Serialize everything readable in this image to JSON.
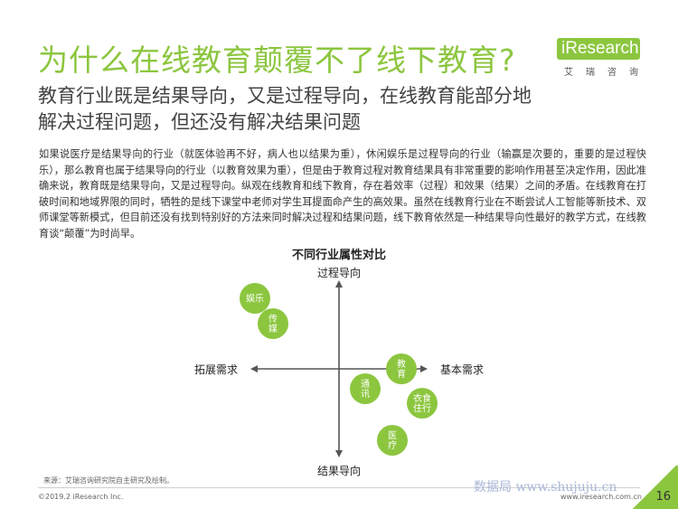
{
  "header": {
    "title": "为什么在线教育颠覆不了线下教育?",
    "subtitle_lines": [
      "教育行业既是结果导向，又是过程导向，在线教育能部分地",
      "解决过程问题，但还没有解决结果问题"
    ]
  },
  "logo": {
    "name": "iResearch",
    "sub": "艾瑞咨询"
  },
  "body_text": "如果说医疗是结果导向的行业（就医体验再不好，病人也以结果为重），休闲娱乐是过程导向的行业（输赢是次要的，重要的是过程快乐），那么教育也属于结果导向的行业（以教育效果为重），但是由于教育过程对教育结果具有非常重要的影响作用甚至决定作用，因此准确来说，教育既是结果导向，又是过程导向。纵观在线教育和线下教育，存在着效率（过程）和效果（结果）之间的矛盾。在线教育在打破时间和地域界限的同时，牺牲的是线下课堂中老师对学生耳提面命产生的高效果。虽然在线教育行业在不断尝试人工智能等新技术、双师课堂等新模式，但目前还没有找到特别好的方法来同时解决过程和结果问题，线下教育依然是一种结果导向性最好的教学方式，在线教育谈“颠覆”为时尚早。",
  "diagram": {
    "title": "不同行业属性对比",
    "axes": {
      "top": "过程导向",
      "bottom": "结果导向",
      "left": "拓展需求",
      "right": "基本需求"
    },
    "bubbles": [
      {
        "lines": [
          "娱乐"
        ]
      },
      {
        "lines": [
          "传",
          "媒"
        ]
      },
      {
        "lines": [
          "教",
          "育"
        ]
      },
      {
        "lines": [
          "通",
          "讯"
        ]
      },
      {
        "lines": [
          "衣食",
          "住行"
        ]
      },
      {
        "lines": [
          "医",
          "疗"
        ]
      }
    ],
    "bubble_color": "#8cc63f"
  },
  "footer": {
    "source": "来源：艾瑞咨询研究院自主研究及绘制。",
    "copyright": "©2019.2 iResearch Inc.",
    "website": "www.iresearch.com.cn",
    "watermark": "数据局 www.shujuju.cn",
    "page_number": "16"
  }
}
